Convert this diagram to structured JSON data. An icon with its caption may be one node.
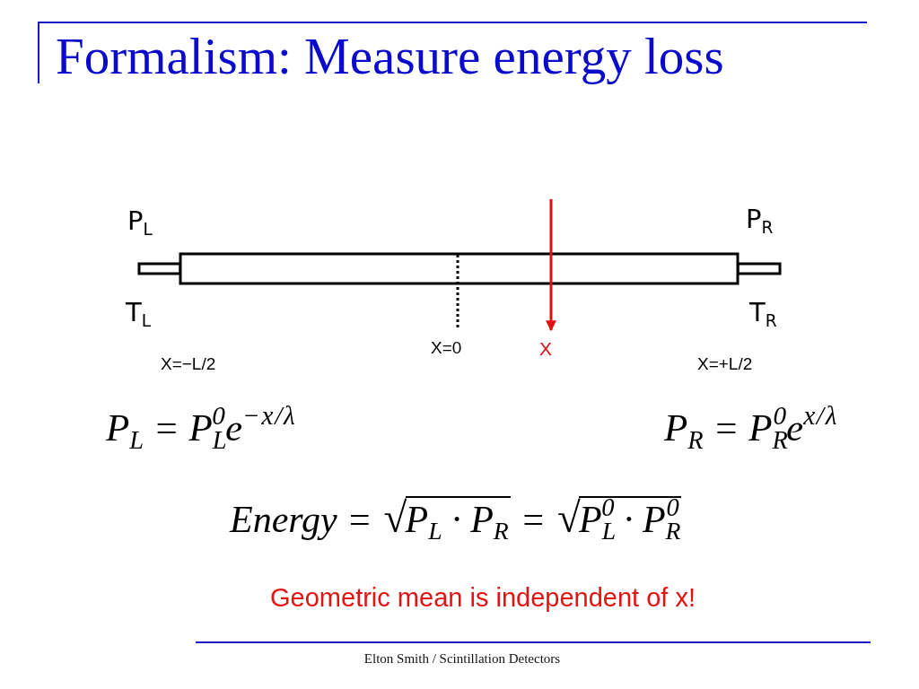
{
  "diagram": {
    "title": "Formalism: Measure energy loss",
    "labels": [
      "P$_{L}$",
      "P$_{R}$",
      "T$_{L}$",
      "T$_{R}$",
      "X=0",
      "X",
      "X=−L/2",
      "X=+L/2",
      "P$_{L}$ = P$_{L}$$^{0}$e$^{−x/λ}$",
      "P$_{R}$ = P$_{R}$$^{0}$e$^{x/λ}$",
      "Energy = √P$_{L}$ · P$_{R}$ = √P$_{L}$$^{0}$ · P$_{R}$$^{0}$",
      "Geometric mean is independent of x!",
      "Elton Smith / Scintillation Detectors"
    ]
  }
}
